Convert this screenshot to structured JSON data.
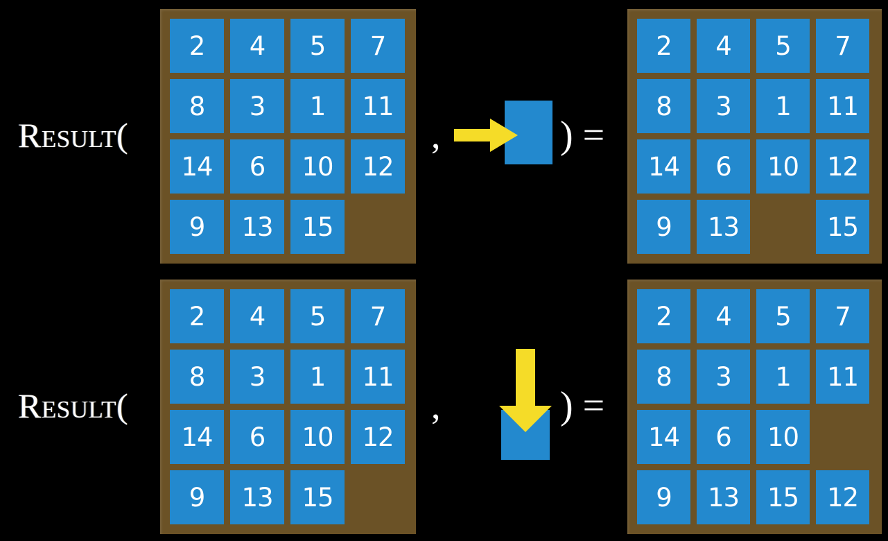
{
  "page": {
    "background_color": "#000000",
    "board_frame_color": "#6b5226",
    "tile_color": "#2389ce",
    "tile_text_color": "#ffffff",
    "arrow_color": "#f5dc28",
    "text_color": "#ffffff"
  },
  "rows": [
    {
      "label": "Result(",
      "separator": ",",
      "close": ") =",
      "move": {
        "direction": "right",
        "icon": "arrow-right-icon",
        "tile_color": "#2389ce"
      },
      "input_board": {
        "caption": "input-puzzle-state",
        "cells": [
          [
            "2",
            "4",
            "5",
            "7"
          ],
          [
            "8",
            "3",
            "1",
            "11"
          ],
          [
            "14",
            "6",
            "10",
            "12"
          ],
          [
            "9",
            "13",
            "15",
            ""
          ]
        ]
      },
      "output_board": {
        "caption": "result-puzzle-state",
        "cells": [
          [
            "2",
            "4",
            "5",
            "7"
          ],
          [
            "8",
            "3",
            "1",
            "11"
          ],
          [
            "14",
            "6",
            "10",
            "12"
          ],
          [
            "9",
            "13",
            "",
            "15"
          ]
        ]
      }
    },
    {
      "label": "Result(",
      "separator": ",",
      "close": ") =",
      "move": {
        "direction": "down",
        "icon": "arrow-down-icon",
        "tile_color": "#2389ce"
      },
      "input_board": {
        "caption": "input-puzzle-state",
        "cells": [
          [
            "2",
            "4",
            "5",
            "7"
          ],
          [
            "8",
            "3",
            "1",
            "11"
          ],
          [
            "14",
            "6",
            "10",
            "12"
          ],
          [
            "9",
            "13",
            "15",
            ""
          ]
        ]
      },
      "output_board": {
        "caption": "result-puzzle-state",
        "cells": [
          [
            "2",
            "4",
            "5",
            "7"
          ],
          [
            "8",
            "3",
            "1",
            "11"
          ],
          [
            "14",
            "6",
            "10",
            ""
          ],
          [
            "9",
            "13",
            "15",
            "12"
          ]
        ]
      }
    }
  ]
}
